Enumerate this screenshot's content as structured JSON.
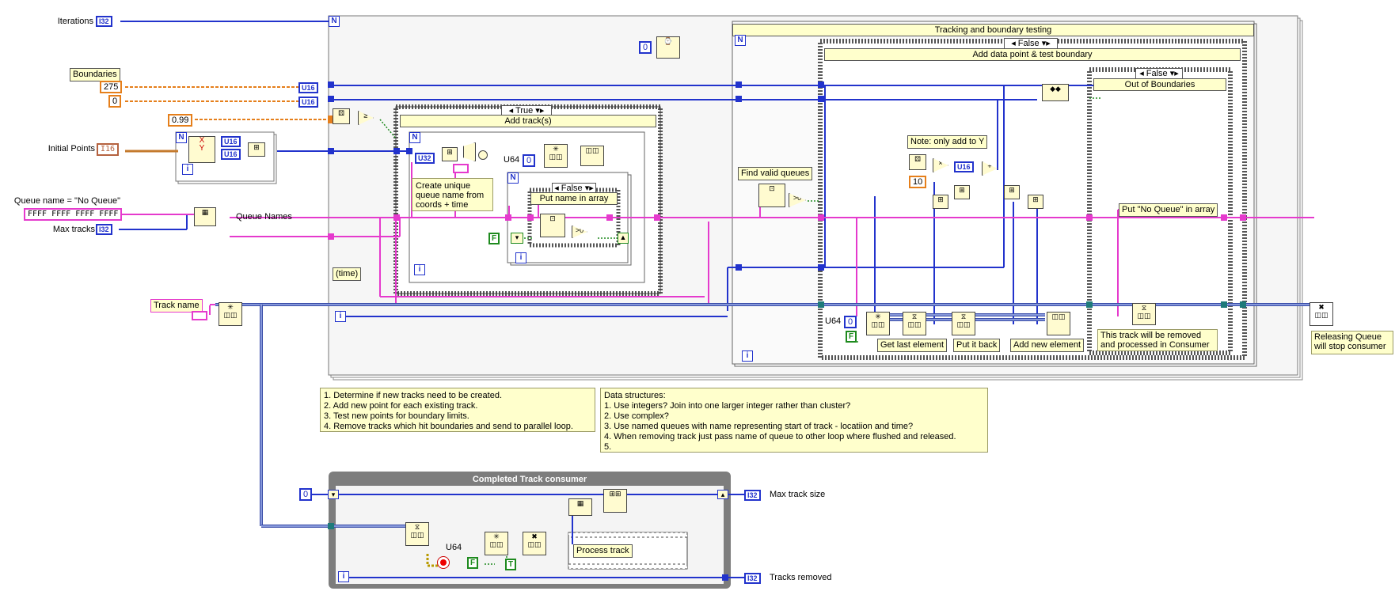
{
  "diagram": {
    "controls": {
      "iterations_label": "Iterations",
      "iterations_type": "I32",
      "boundaries_label": "Boundaries",
      "boundary_275": "275",
      "boundary_0": "0",
      "prob_constant": "0.99",
      "initial_points_label": "Initial Points",
      "initial_points_type": "I16",
      "queue_name_label": "Queue name  = \"No Queue\"",
      "queue_name_value": "FFFF FFFF FFFF FFFF",
      "max_tracks_label": "Max tracks",
      "max_tracks_type": "I32",
      "queue_names_label": "Queue Names",
      "track_name_label": "Track name",
      "time_label": "(time)"
    },
    "types": {
      "u16": "U16",
      "u32": "U32",
      "u64": "U64",
      "x": "X",
      "y": "Y",
      "i32": "I32"
    },
    "main_loop": {
      "n": "N",
      "i": "i",
      "wait_const": "0"
    },
    "add_track_case": {
      "selector": "True",
      "title": "Add track(s)",
      "comment": "Create unique queue name from coords + time",
      "inner_selector": "False",
      "inner_title": "Put name in array",
      "u64": "U64",
      "u64_const": "0",
      "f_const": "F"
    },
    "tracking": {
      "title": "Tracking and boundary testing",
      "case_selector": "False",
      "case_title": "Add data point & test boundary",
      "find_valid": "Find valid queues",
      "note": "Note: only add to Y",
      "const_10": "10",
      "u64": "U64",
      "u64_const": "0",
      "f_const": "F",
      "get_last": "Get last element",
      "put_back": "Put it back",
      "add_new": "Add new element",
      "oob_selector": "False",
      "oob_title": "Out of Boundaries",
      "put_no_queue": "Put \"No Queue\" in array",
      "removed_note": "This track will be removed and processed in Consumer",
      "releasing_note": "Releasing Queue will stop consumer"
    },
    "comment_steps": [
      "1. Determine if new tracks need to be created.",
      "2. Add new point for each existing track.",
      "3. Test new points for boundary limits.",
      "4. Remove tracks which hit boundaries and send to parallel loop."
    ],
    "comment_structures": [
      "Data structures:",
      "1. Use integers? Join into one larger integer rather than cluster?",
      "2. Use complex?",
      "3.  Use named queues with name representing start of track - locatiion and time?",
      "4. When removing track just pass name of queue to other loop where flushed and released.",
      "5."
    ],
    "consumer": {
      "title": "Completed Track consumer",
      "zero_const": "0",
      "u64": "U64",
      "f_const": "F",
      "t_const": "T",
      "process": "Process track",
      "max_size_label": "Max track size",
      "tracks_removed_label": "Tracks removed",
      "i32": "I32",
      "i": "i"
    }
  }
}
